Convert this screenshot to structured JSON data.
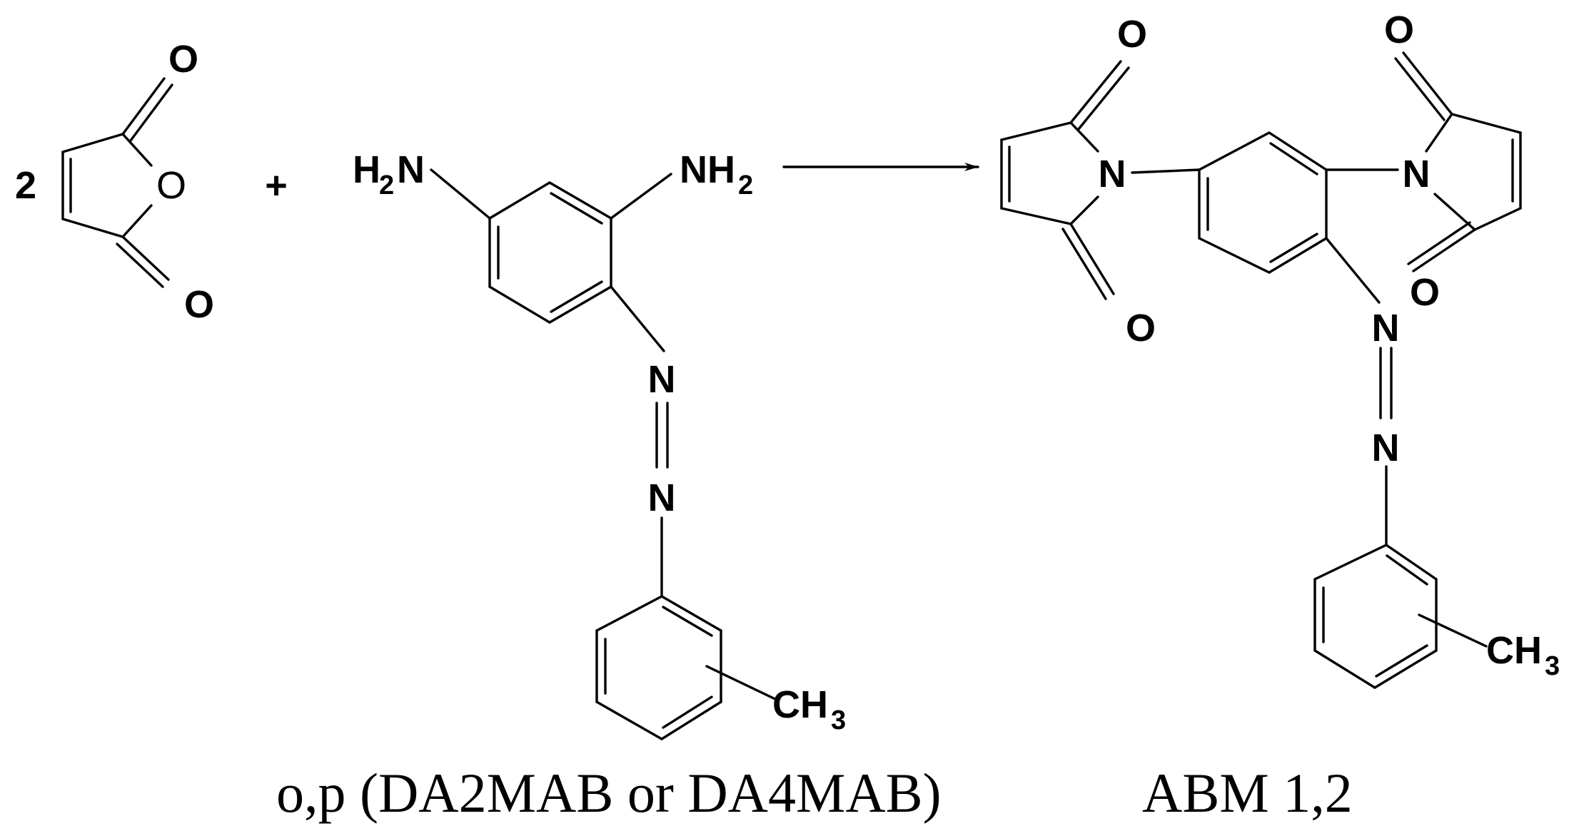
{
  "reactants": {
    "coefficient": "2",
    "plus": "+",
    "maleic_anhydride": {
      "carbonyl_top": "O",
      "ring_oxygen": "O",
      "carbonyl_bottom": "O"
    },
    "diamine": {
      "amine_left": {
        "main": "H",
        "sub": "2",
        "tail": "N"
      },
      "amine_right": {
        "main": "NH",
        "sub": "2"
      },
      "azo_top": "N",
      "azo_bottom": "N",
      "methyl": {
        "main": "CH",
        "sub": "3"
      }
    }
  },
  "product": {
    "left_imide_o_top": "O",
    "left_imide_n": "N",
    "left_imide_o_bottom": "O",
    "right_imide_o_top": "O",
    "right_imide_n": "N",
    "right_imide_o_bottom": "O",
    "azo_top": "N",
    "azo_bottom": "N",
    "methyl": {
      "main": "CH",
      "sub": "3"
    }
  },
  "captions": {
    "reactant": "o,p (DA2MAB or DA4MAB)",
    "product": "ABM 1,2"
  }
}
